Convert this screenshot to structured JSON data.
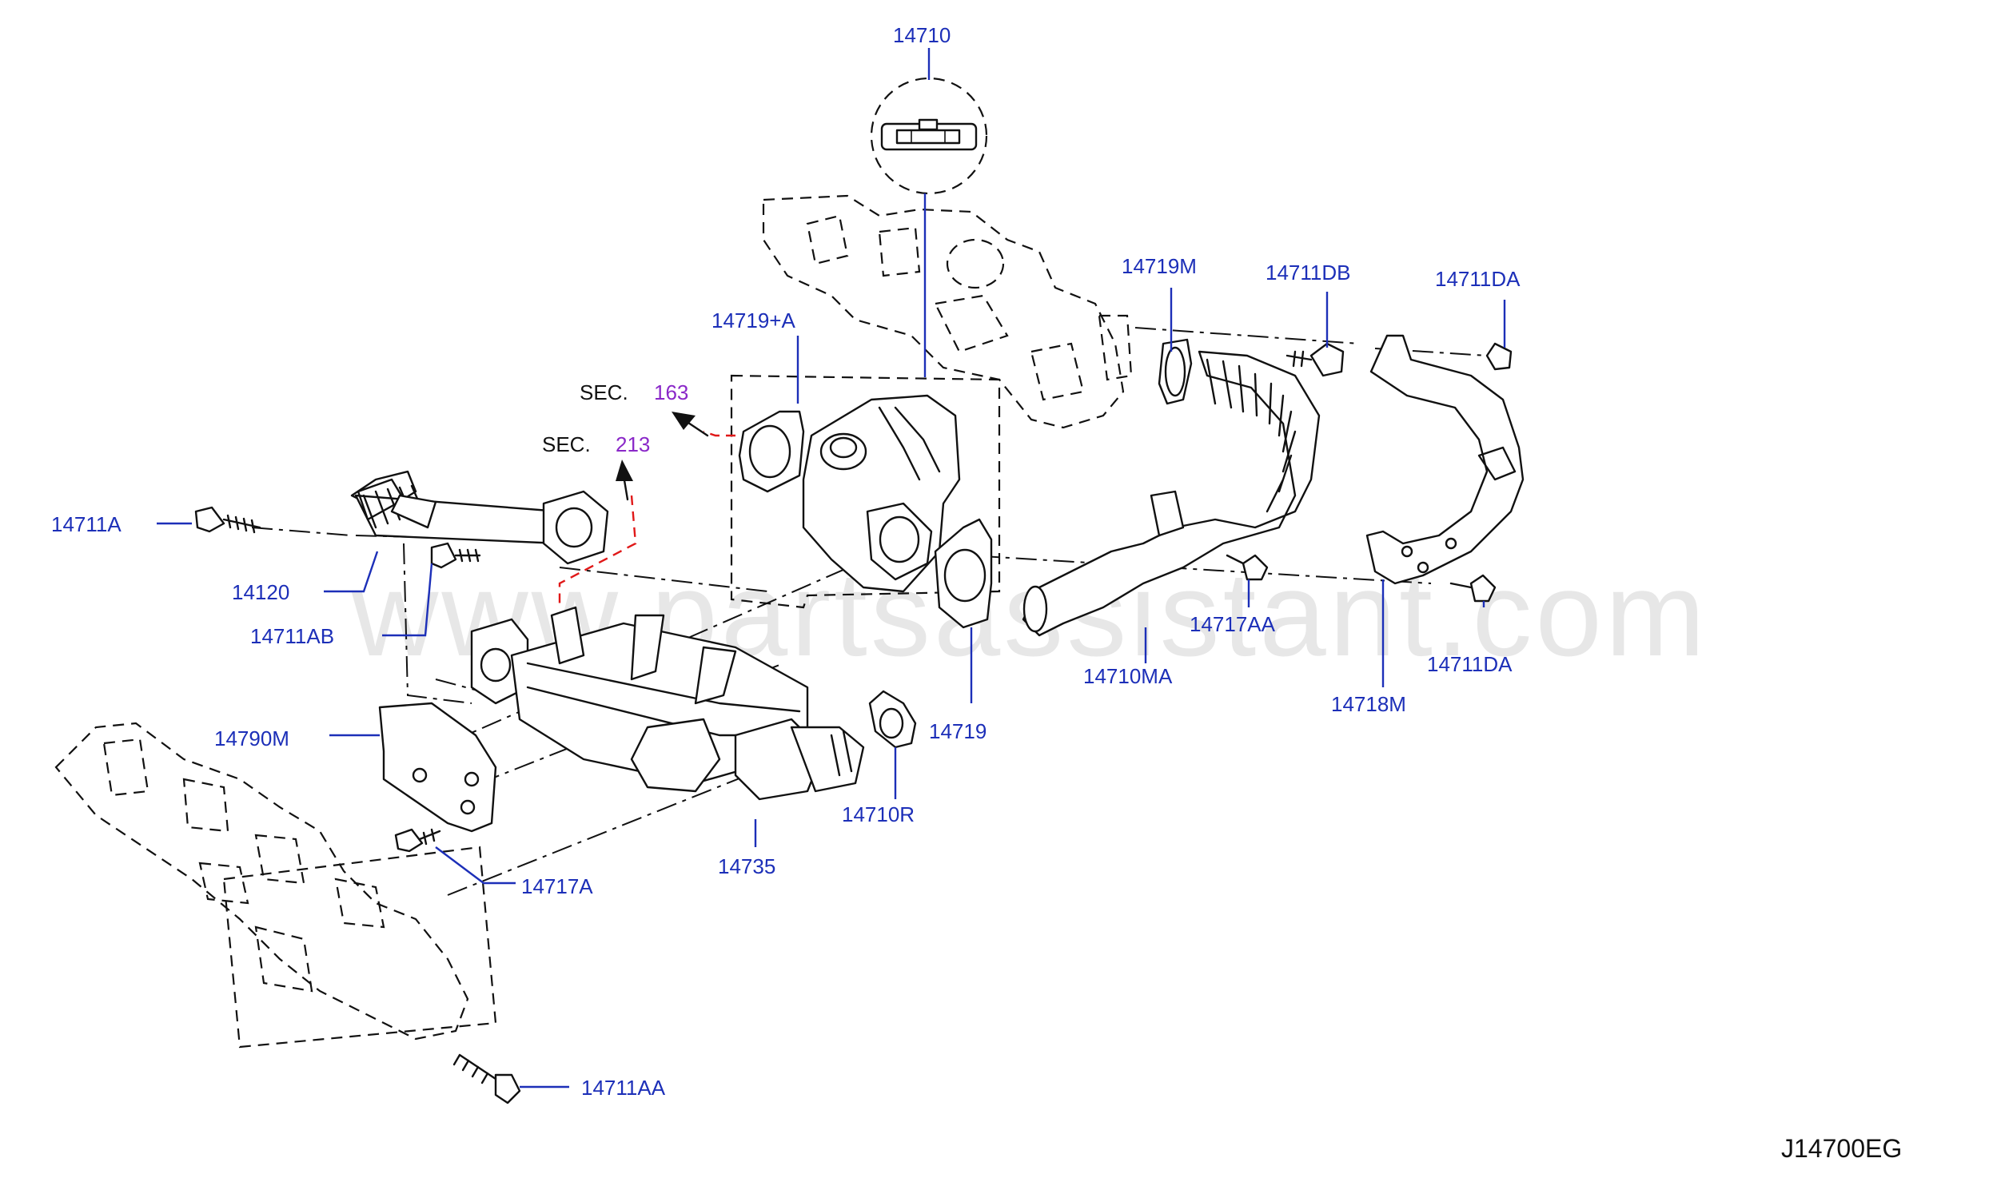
{
  "diagram": {
    "watermark": "www.partsassistant.com",
    "code": "J14700EG",
    "sections": [
      {
        "prefix": "SEC.",
        "number": "163"
      },
      {
        "prefix": "SEC.",
        "number": "213"
      }
    ],
    "labels": {
      "p14710": "14710",
      "p14719_a": "14719+A",
      "p14719m": "14719M",
      "p14711db": "14711DB",
      "p14711da_top": "14711DA",
      "p14711a": "14711A",
      "p14120": "14120",
      "p14711ab": "14711AB",
      "p14717aa": "14717AA",
      "p14711da_bottom": "14711DA",
      "p14710ma": "14710MA",
      "p14718m": "14718M",
      "p14790m": "14790M",
      "p14719": "14719",
      "p14710r": "14710R",
      "p14735": "14735",
      "p14717a": "14717A",
      "p14711aa": "14711AA"
    }
  }
}
